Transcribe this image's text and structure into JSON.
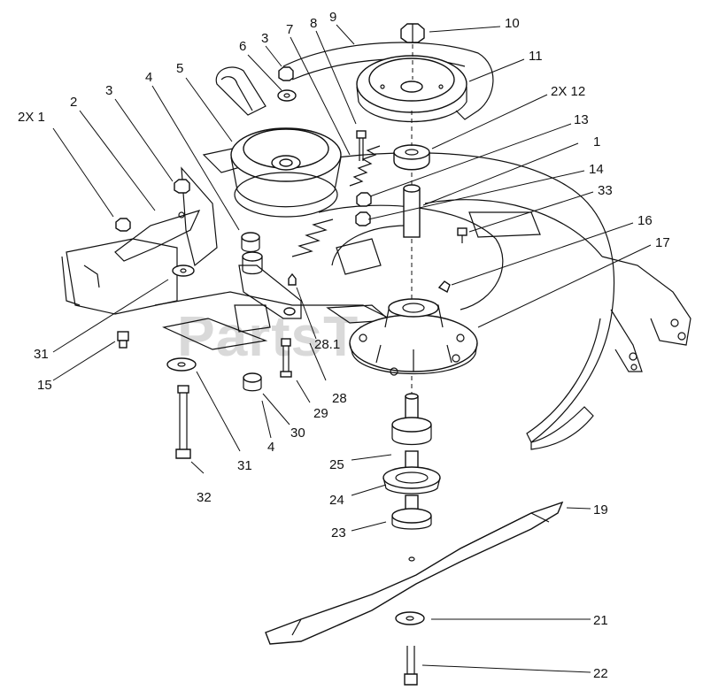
{
  "watermark": "PartsTree",
  "callouts": [
    {
      "id": "c-2x1",
      "text": "2X 1"
    },
    {
      "id": "c-2",
      "text": "2"
    },
    {
      "id": "c-3a",
      "text": "3"
    },
    {
      "id": "c-4a",
      "text": "4"
    },
    {
      "id": "c-5",
      "text": "5"
    },
    {
      "id": "c-6",
      "text": "6"
    },
    {
      "id": "c-3b",
      "text": "3"
    },
    {
      "id": "c-7",
      "text": "7"
    },
    {
      "id": "c-8",
      "text": "8"
    },
    {
      "id": "c-9",
      "text": "9"
    },
    {
      "id": "c-10",
      "text": "10"
    },
    {
      "id": "c-11",
      "text": "11"
    },
    {
      "id": "c-2x12",
      "text": "2X 12"
    },
    {
      "id": "c-13",
      "text": "13"
    },
    {
      "id": "c-1",
      "text": "1"
    },
    {
      "id": "c-14",
      "text": "14"
    },
    {
      "id": "c-33",
      "text": "33"
    },
    {
      "id": "c-16",
      "text": "16"
    },
    {
      "id": "c-17",
      "text": "17"
    },
    {
      "id": "c-31a",
      "text": "31"
    },
    {
      "id": "c-15",
      "text": "15"
    },
    {
      "id": "c-28-1",
      "text": "28.1"
    },
    {
      "id": "c-28",
      "text": "28"
    },
    {
      "id": "c-29",
      "text": "29"
    },
    {
      "id": "c-30",
      "text": "30"
    },
    {
      "id": "c-4b",
      "text": "4"
    },
    {
      "id": "c-31b",
      "text": "31"
    },
    {
      "id": "c-32",
      "text": "32"
    },
    {
      "id": "c-25",
      "text": "25"
    },
    {
      "id": "c-24",
      "text": "24"
    },
    {
      "id": "c-23",
      "text": "23"
    },
    {
      "id": "c-19",
      "text": "19"
    },
    {
      "id": "c-21",
      "text": "21"
    },
    {
      "id": "c-22",
      "text": "22"
    }
  ]
}
